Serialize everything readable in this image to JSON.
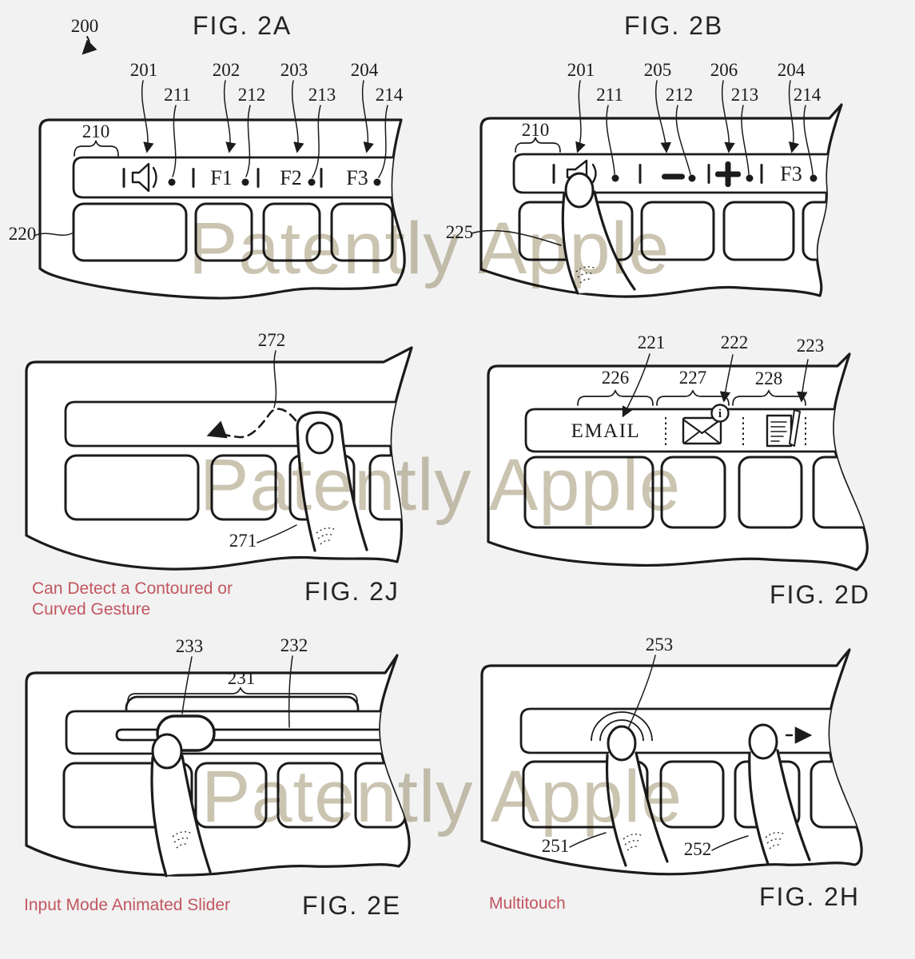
{
  "page": {
    "colors": {
      "bg": "#f2f2f2",
      "ink": "#1b1b1b",
      "red": "#c25660",
      "wm": "#cbc4b1"
    }
  },
  "watermark": {
    "text": "Patently Apple"
  },
  "fig2a": {
    "title": "FIG. 2A",
    "r200": "200",
    "r201": "201",
    "r202": "202",
    "r203": "203",
    "r204": "204",
    "r210": "210",
    "r211": "211",
    "r212": "212",
    "r213": "213",
    "r214": "214",
    "r220": "220",
    "f1": "F1",
    "f2": "F2",
    "f3": "F3"
  },
  "fig2b": {
    "title": "FIG. 2B",
    "r201": "201",
    "r205": "205",
    "r206": "206",
    "r204": "204",
    "r210": "210",
    "r211": "211",
    "r212": "212",
    "r213": "213",
    "r214": "214",
    "r225": "225",
    "f3": "F3"
  },
  "fig2j": {
    "title": "FIG. 2J",
    "caption_line1": "Can Detect a Contoured or",
    "caption_line2": "Curved Gesture",
    "r272": "272",
    "r271": "271"
  },
  "fig2d": {
    "title": "FIG. 2D",
    "r221": "221",
    "r222": "222",
    "r223": "223",
    "r226": "226",
    "r227": "227",
    "r228": "228",
    "email": "EMAIL",
    "badge": "i"
  },
  "fig2e": {
    "title": "FIG. 2E",
    "caption": "Input Mode Animated Slider",
    "r231": "231",
    "r232": "232",
    "r233": "233"
  },
  "fig2h": {
    "title": "FIG. 2H",
    "caption": "Multitouch",
    "r251": "251",
    "r252": "252",
    "r253": "253"
  }
}
